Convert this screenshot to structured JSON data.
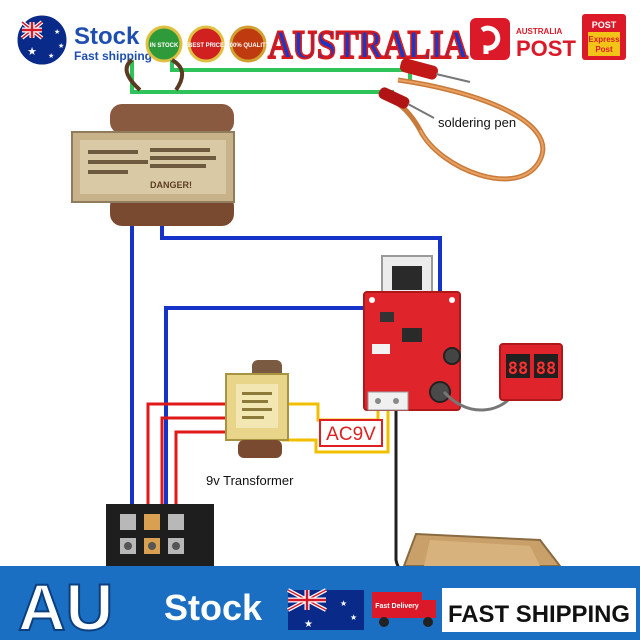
{
  "top_banner": {
    "stock_title": "Stock",
    "stock_subtitle": "Fast shipping",
    "badges": [
      "IN STOCK",
      "BEST PRICE",
      "100% QUALITY"
    ],
    "country": "AUSTRALIA",
    "post_small": "AUSTRALIA",
    "post_big": "POST",
    "express_top": "POST",
    "express_line1": "Express",
    "express_line2": "Post"
  },
  "diagram": {
    "soldering_label": "soldering pen",
    "transformer_label": "9v Transformer",
    "ac_label": "AC9V",
    "display_left": "88",
    "display_right": "88",
    "transformer_warning": "DANGER!"
  },
  "bottom_banner": {
    "region": "AU",
    "stock": "Stock",
    "delivery": "Fast Delivery",
    "shipping": "FAST SHIPPING"
  },
  "colors": {
    "wire_blue": "#1533c9",
    "wire_green": "#2fc45a",
    "wire_red": "#e01818",
    "wire_yellow": "#f0c000",
    "pcb_red": "#e0242c",
    "banner_blue": "#1a6fc2",
    "post_red": "#dc1928"
  }
}
